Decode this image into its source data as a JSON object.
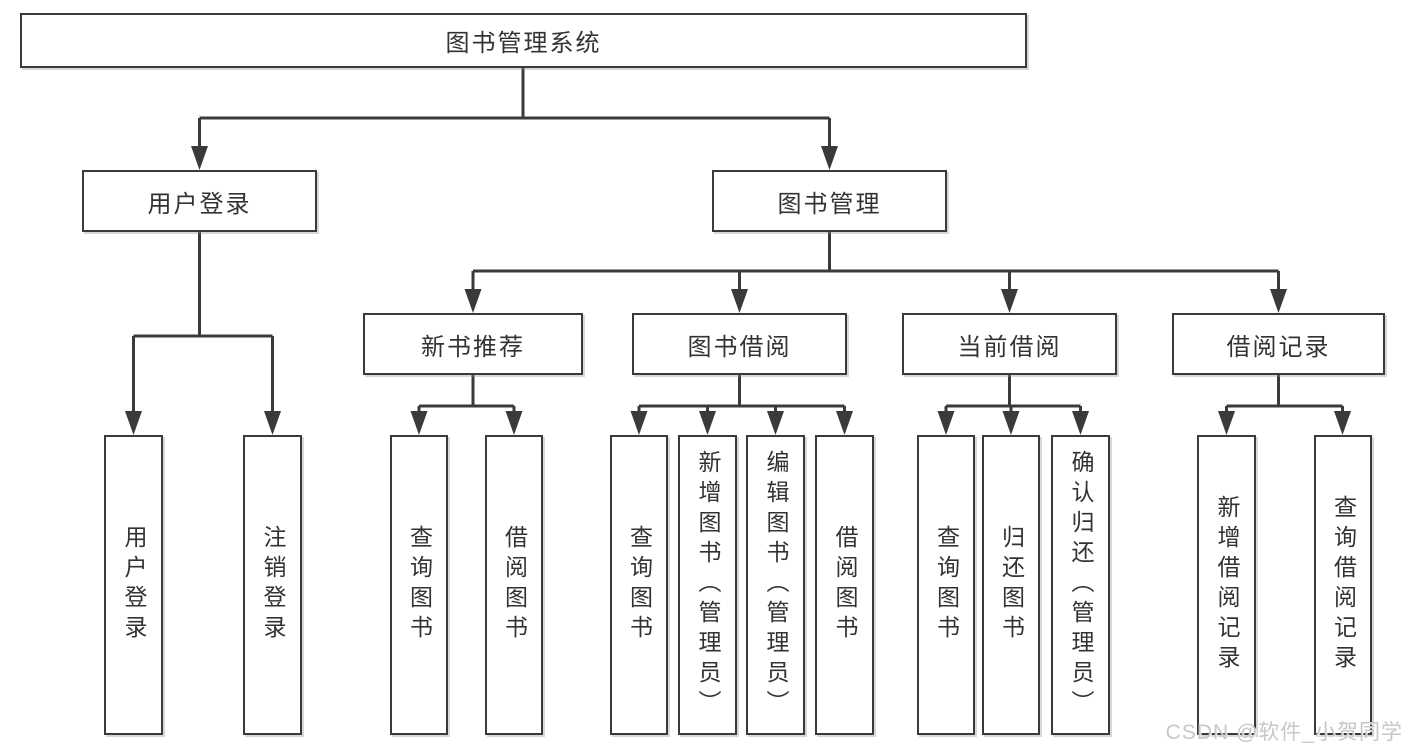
{
  "diagram": {
    "watermark": "CSDN @软件_小贺同学",
    "colors": {
      "background": "#ffffff",
      "line": "#3a3a3a",
      "box_border": "#3a3a3a",
      "text": "#333333",
      "watermark": "#c7c7c7"
    },
    "nodes": {
      "root": {
        "label": "图书管理系统"
      },
      "level2": [
        {
          "label": "用户登录"
        },
        {
          "label": "图书管理"
        }
      ],
      "level3": [
        {
          "label": "新书推荐"
        },
        {
          "label": "图书借阅"
        },
        {
          "label": "当前借阅"
        },
        {
          "label": "借阅记录"
        }
      ],
      "leaves": {
        "user_login": [
          "用户登录",
          "注销登录"
        ],
        "new_books": [
          "查询图书",
          "借阅图书"
        ],
        "book_borrow": [
          "查询图书",
          "新增图书（管理员）",
          "编辑图书（管理员）",
          "借阅图书"
        ],
        "current_borrow": [
          "查询图书",
          "归还图书",
          "确认归还（管理员）"
        ],
        "borrow_records": [
          "新增借阅记录",
          "查询借阅记录"
        ]
      }
    }
  }
}
